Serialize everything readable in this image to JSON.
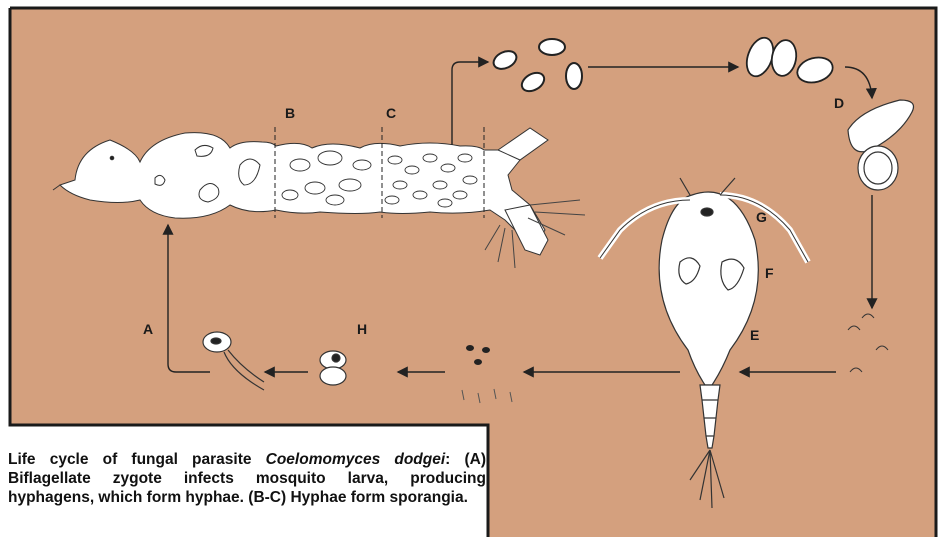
{
  "figure": {
    "labels": {
      "A": "A",
      "B": "B",
      "C": "C",
      "D": "D",
      "E": "E",
      "F": "F",
      "G": "G",
      "H": "H"
    },
    "colors": {
      "background": "#d4a07e",
      "frame": "#1a1a1a",
      "organism": "#ffffff",
      "ink": "#222222"
    }
  },
  "caption": {
    "lead": "Life cycle of fungal parasite ",
    "species": "Coelomomyces dodgei",
    "body": ": (A) Biflagellate zygote infects mosquito larva, producing hyphagens, which form hyphae. (B-C) Hyphae form sporangia."
  }
}
